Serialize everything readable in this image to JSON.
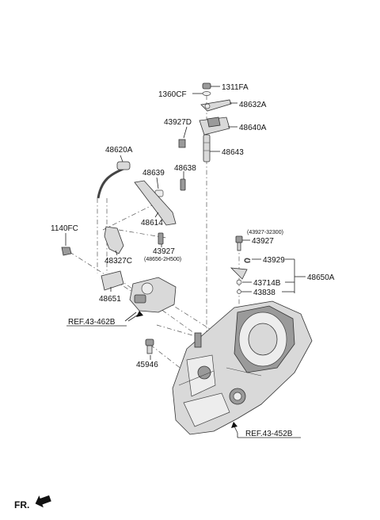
{
  "labels": {
    "p1311FA": "1311FA",
    "p1360CF": "1360CF",
    "p48632A": "48632A",
    "p43927D": "43927D",
    "p48640A": "48640A",
    "p48643": "48643",
    "p48620A": "48620A",
    "p48639": "48639",
    "p48638": "48638",
    "p48614": "48614",
    "p1140FC": "1140FC",
    "p43927a": "43927",
    "p43927a_sub": "(48656-2H500)",
    "p48327C": "48327C",
    "p43927b_sub": "(43927-32300)",
    "p43927b": "43927",
    "p43929": "43929",
    "p48650A": "48650A",
    "p43714B": "43714B",
    "p43838": "43838",
    "p48651": "48651",
    "p45946": "45946"
  },
  "refs": {
    "ref1": "REF.43-462B",
    "ref2": "REF.43-452B"
  },
  "direction": {
    "label": "FR."
  }
}
